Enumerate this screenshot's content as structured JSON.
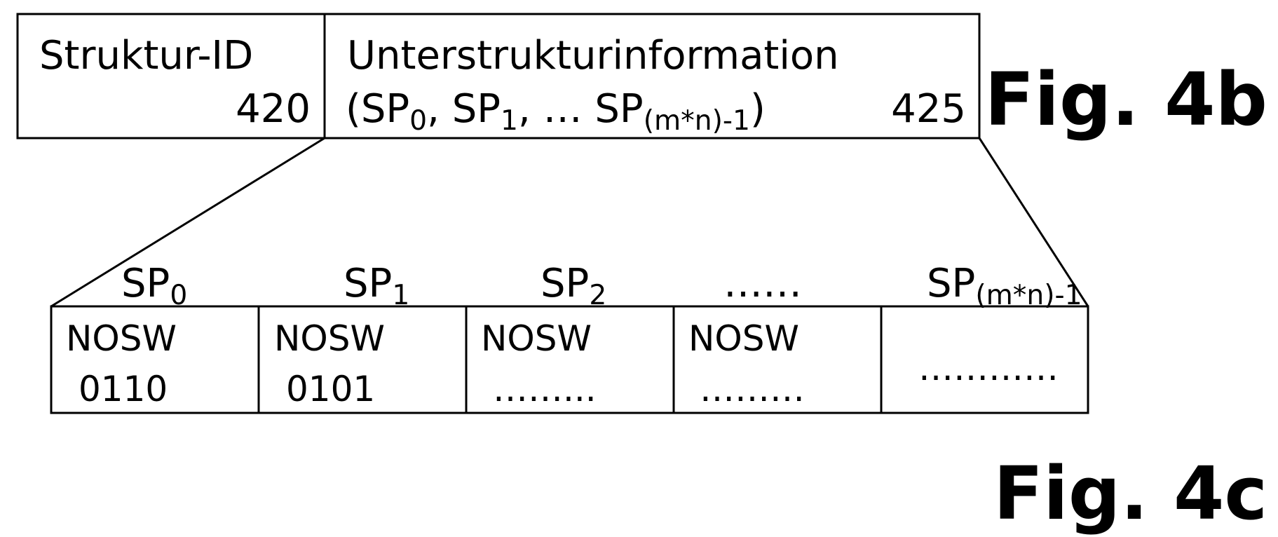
{
  "fig4b": {
    "label": "Fig. 4b",
    "struct_id": {
      "title": "Struktur-ID",
      "ref": "420"
    },
    "substructure": {
      "title": "Unterstrukturinformation",
      "list_open": "(SP",
      "sub0": "0",
      "sep1": ", SP",
      "sub1": "1",
      "sep2": ", … SP",
      "sublast": "(m*n)-1",
      "list_close": ")",
      "ref": "425"
    }
  },
  "fig4c": {
    "label": "Fig. 4c",
    "headers": [
      {
        "base": "SP",
        "sub": "0"
      },
      {
        "base": "SP",
        "sub": "1"
      },
      {
        "base": "SP",
        "sub": "2"
      },
      {
        "base": "……",
        "sub": ""
      },
      {
        "base": "SP",
        "sub": "(m*n)-1"
      }
    ],
    "cells": [
      {
        "line1": "NOSW",
        "line2": "0110"
      },
      {
        "line1": "NOSW",
        "line2": "0101"
      },
      {
        "line1": "NOSW",
        "line2": "……..."
      },
      {
        "line1": "NOSW",
        "line2": "………"
      },
      {
        "line1": "",
        "line2": "…………"
      }
    ]
  }
}
